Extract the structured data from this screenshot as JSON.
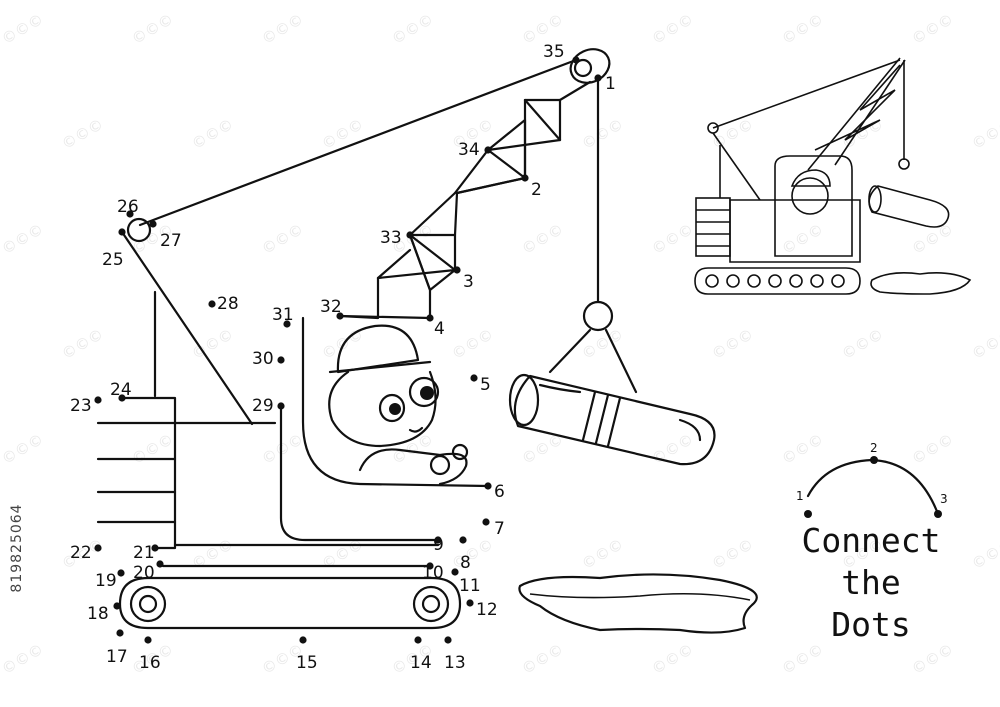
{
  "stock_id": "819825064",
  "legend": {
    "title_lines": [
      "Connect",
      "the",
      "Dots"
    ],
    "example_numbers": [
      "1",
      "2",
      "3"
    ]
  },
  "dots": [
    {
      "n": "1"
    },
    {
      "n": "2"
    },
    {
      "n": "3"
    },
    {
      "n": "4"
    },
    {
      "n": "5"
    },
    {
      "n": "6"
    },
    {
      "n": "7"
    },
    {
      "n": "8"
    },
    {
      "n": "9"
    },
    {
      "n": "10"
    },
    {
      "n": "11"
    },
    {
      "n": "12"
    },
    {
      "n": "13"
    },
    {
      "n": "14"
    },
    {
      "n": "15"
    },
    {
      "n": "16"
    },
    {
      "n": "17"
    },
    {
      "n": "18"
    },
    {
      "n": "19"
    },
    {
      "n": "20"
    },
    {
      "n": "21"
    },
    {
      "n": "22"
    },
    {
      "n": "23"
    },
    {
      "n": "24"
    },
    {
      "n": "25"
    },
    {
      "n": "26"
    },
    {
      "n": "27"
    },
    {
      "n": "28"
    },
    {
      "n": "29"
    },
    {
      "n": "30"
    },
    {
      "n": "31"
    },
    {
      "n": "32"
    },
    {
      "n": "33"
    },
    {
      "n": "34"
    },
    {
      "n": "35"
    }
  ],
  "colors": {
    "ink": "#111111",
    "paper": "#ffffff",
    "watermark": "#e9e9e9"
  }
}
